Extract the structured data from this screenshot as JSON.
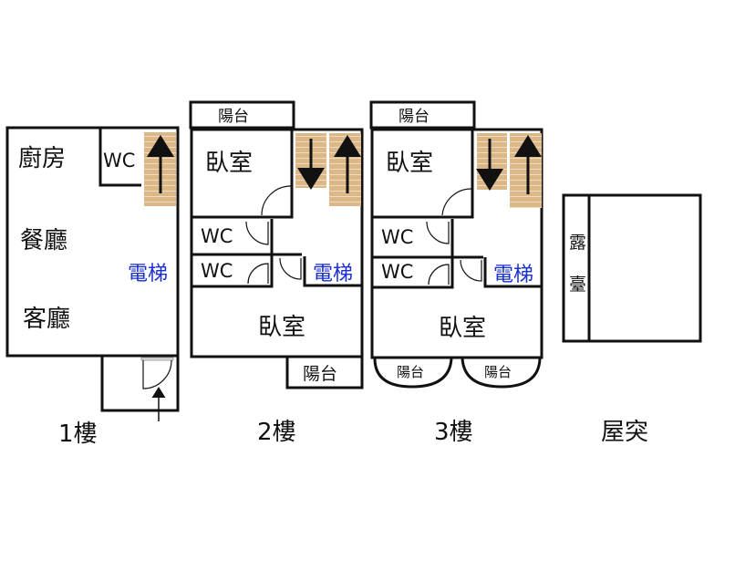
{
  "colors": {
    "stairs": "#dcb888",
    "elevator_label": "#1a2fd0",
    "walls": "#111111"
  },
  "floor1": {
    "label": "1樓",
    "rooms": {
      "kitchen": "廚房",
      "dining": "餐廳",
      "living": "客廳",
      "wc": "WC",
      "elevator": "電梯"
    }
  },
  "floor2": {
    "label": "2樓",
    "rooms": {
      "balcony_top": "陽台",
      "bedroom1": "臥室",
      "wc1": "WC",
      "wc2": "WC",
      "elevator": "電梯",
      "bedroom2": "臥室",
      "balcony_bottom": "陽台"
    }
  },
  "floor3": {
    "label": "3樓",
    "rooms": {
      "balcony_top": "陽台",
      "bedroom1": "臥室",
      "wc1": "WC",
      "wc2": "WC",
      "elevator": "電梯",
      "bedroom2": "臥室",
      "balcony_left": "陽台",
      "balcony_right": "陽台"
    }
  },
  "roof": {
    "label": "屋突",
    "terrace_char1": "露",
    "terrace_char2": "臺"
  }
}
